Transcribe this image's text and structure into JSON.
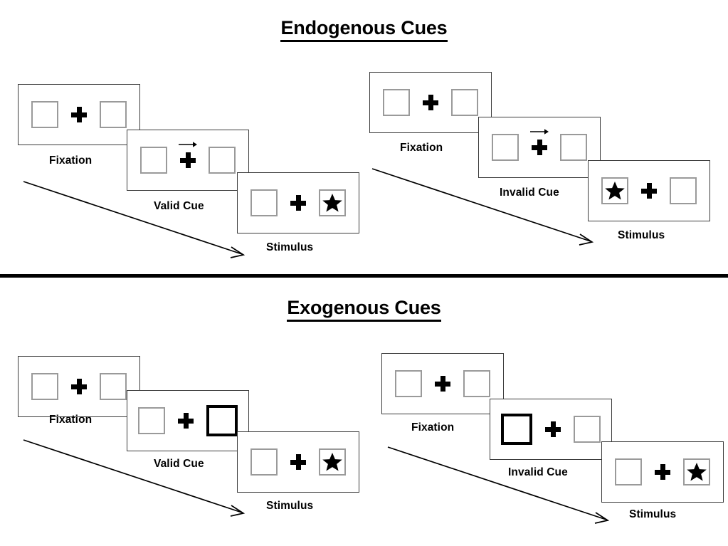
{
  "sections": [
    {
      "id": "endogenous",
      "title": "Endogenous Cues",
      "columns": [
        {
          "id": "endogenous-valid",
          "panels": [
            {
              "caption": "Fixation",
              "left_content": "empty",
              "right_content": "empty",
              "cue": "none",
              "cued_side": "none"
            },
            {
              "caption": "Valid Cue",
              "left_content": "empty",
              "right_content": "empty",
              "cue": "arrow-right",
              "cued_side": "none"
            },
            {
              "caption": "Stimulus",
              "left_content": "empty",
              "right_content": "star",
              "cue": "none",
              "cued_side": "none"
            }
          ]
        },
        {
          "id": "endogenous-invalid",
          "panels": [
            {
              "caption": "Fixation",
              "left_content": "empty",
              "right_content": "empty",
              "cue": "none",
              "cued_side": "none"
            },
            {
              "caption": "Invalid Cue",
              "left_content": "empty",
              "right_content": "empty",
              "cue": "arrow-right",
              "cued_side": "none"
            },
            {
              "caption": "Stimulus",
              "left_content": "star",
              "right_content": "empty",
              "cue": "none",
              "cued_side": "none"
            }
          ]
        }
      ]
    },
    {
      "id": "exogenous",
      "title": "Exogenous Cues",
      "columns": [
        {
          "id": "exogenous-valid",
          "panels": [
            {
              "caption": "Fixation",
              "left_content": "empty",
              "right_content": "empty",
              "cue": "none",
              "cued_side": "none"
            },
            {
              "caption": "Valid Cue",
              "left_content": "empty",
              "right_content": "empty",
              "cue": "none",
              "cued_side": "right"
            },
            {
              "caption": "Stimulus",
              "left_content": "empty",
              "right_content": "star",
              "cue": "none",
              "cued_side": "none"
            }
          ]
        },
        {
          "id": "exogenous-invalid",
          "panels": [
            {
              "caption": "Fixation",
              "left_content": "empty",
              "right_content": "empty",
              "cue": "none",
              "cued_side": "none"
            },
            {
              "caption": "Invalid Cue",
              "left_content": "empty",
              "right_content": "empty",
              "cue": "none",
              "cued_side": "left"
            },
            {
              "caption": "Stimulus",
              "left_content": "empty",
              "right_content": "star",
              "cue": "none",
              "cued_side": "none"
            }
          ]
        }
      ]
    }
  ],
  "captions": {
    "endo_valid_fixation": "Fixation",
    "endo_valid_cue": "Valid Cue",
    "endo_valid_stimulus": "Stimulus",
    "endo_invalid_fixation": "Fixation",
    "endo_invalid_cue": "Invalid Cue",
    "endo_invalid_stimulus": "Stimulus",
    "exo_valid_fixation": "Fixation",
    "exo_valid_cue": "Valid Cue",
    "exo_valid_stimulus": "Stimulus",
    "exo_invalid_fixation": "Fixation",
    "exo_invalid_cue": "Invalid Cue",
    "exo_invalid_stimulus": "Stimulus"
  },
  "titles": {
    "endogenous": "Endogenous Cues",
    "exogenous": "Exogenous Cues"
  },
  "colors": {
    "panel_border": "#3a3a3a",
    "box_border": "#9a9a9a",
    "cued_box_border": "#000000",
    "ink": "#000000",
    "background": "#ffffff"
  }
}
